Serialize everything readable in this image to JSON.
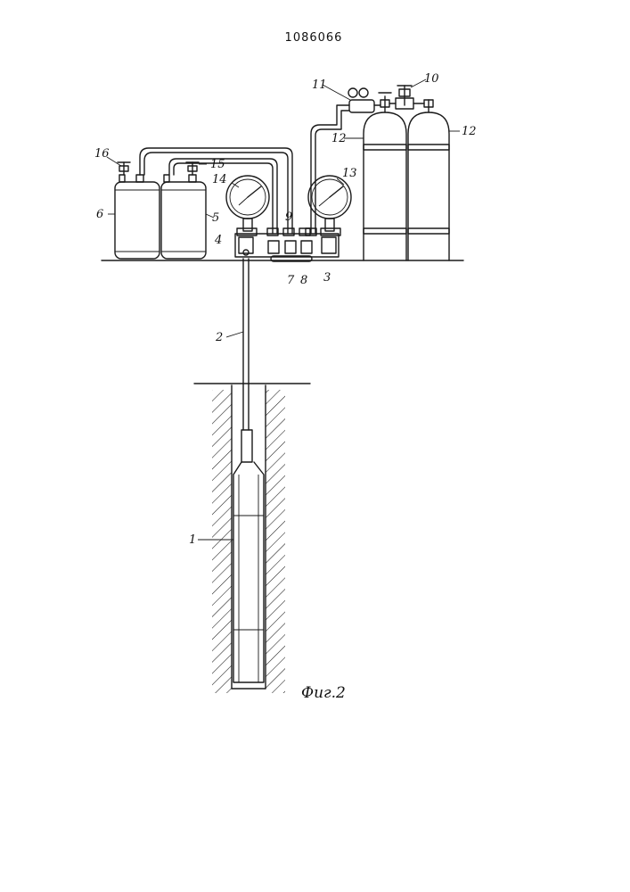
{
  "document": {
    "patent_number": "1086066",
    "figure_caption": "Фиг.2"
  },
  "labels": {
    "l1": "1",
    "l2": "2",
    "l3": "3",
    "l4": "4",
    "l5": "5",
    "l6": "6",
    "l7": "7",
    "l8": "8",
    "l9": "9",
    "l10": "10",
    "l11": "11",
    "l12a": "12",
    "l12b": "12",
    "l13": "13",
    "l14": "14",
    "l15": "15",
    "l16": "16"
  }
}
